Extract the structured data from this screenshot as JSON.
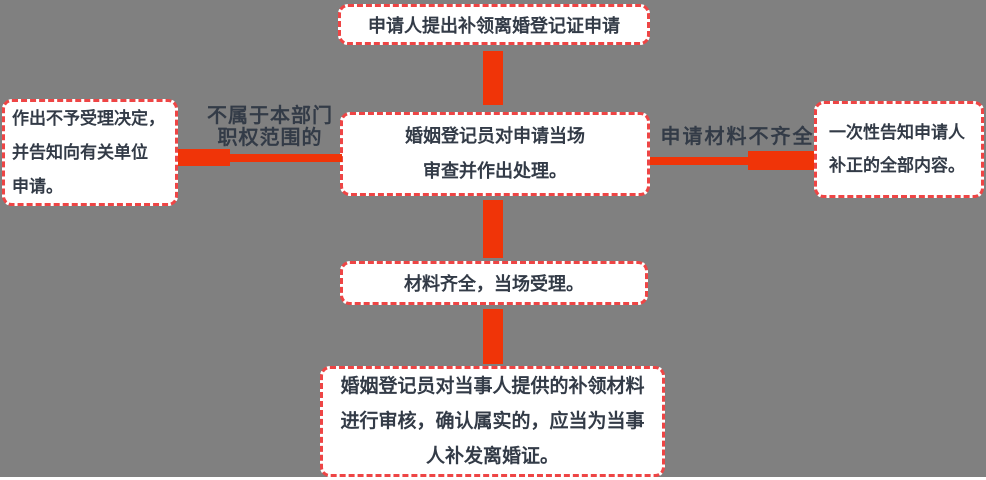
{
  "colors": {
    "background": "#808080",
    "node_fill": "#ffffff",
    "node_border": "#ee4545",
    "connector": "#f03408",
    "text": "#333b47"
  },
  "nodes": {
    "start": {
      "line1": "申请人提出补领离婚登记证申请"
    },
    "review": {
      "line1": "婚姻登记员对申请当场",
      "line2": "审查并作出处理。"
    },
    "reject": {
      "line1": "作出不予受理决定，",
      "line2": "并告知向有关单位",
      "line3": "申请。"
    },
    "notify": {
      "line1": "一次性告知申请人",
      "line2": "补正的全部内容。"
    },
    "accept": {
      "line1": "材料齐全，当场受理。"
    },
    "final": {
      "line1": "婚姻登记员对当事人提供的补领材料",
      "line2": "进行审核，确认属实的，应当为当事",
      "line3": "人补发离婚证。"
    }
  },
  "edge_labels": {
    "not_in_authority": {
      "line1": "不属于本部门",
      "line2": "职权范围的"
    },
    "incomplete_materials": {
      "line1": "申请材料不齐全"
    }
  }
}
